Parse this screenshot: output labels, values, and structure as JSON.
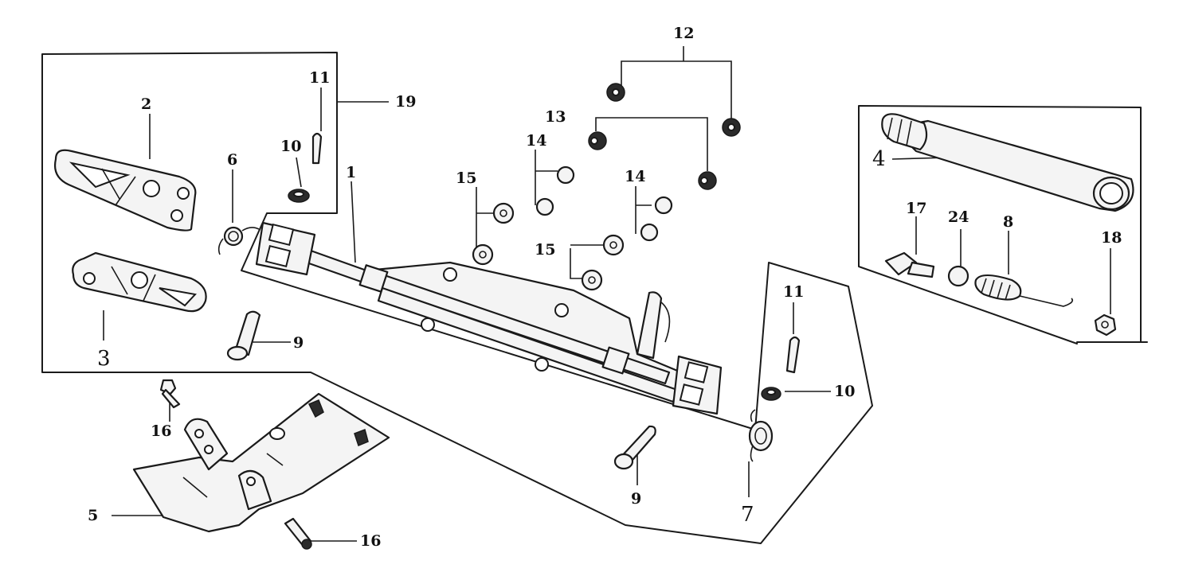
{
  "diagram": {
    "callouts": {
      "c1": "1",
      "c2": "2",
      "c3": "3",
      "c4": "4",
      "c5": "5",
      "c6": "6",
      "c7": "7",
      "c8": "8",
      "c9a": "9",
      "c9b": "9",
      "c10a": "10",
      "c10b": "10",
      "c11a": "11",
      "c11b": "11",
      "c12": "12",
      "c13": "13",
      "c14a": "14",
      "c14b": "14",
      "c15a": "15",
      "c15b": "15",
      "c16a": "16",
      "c16b": "16",
      "c17": "17",
      "c18": "18",
      "c19": "19",
      "c24": "24"
    }
  }
}
